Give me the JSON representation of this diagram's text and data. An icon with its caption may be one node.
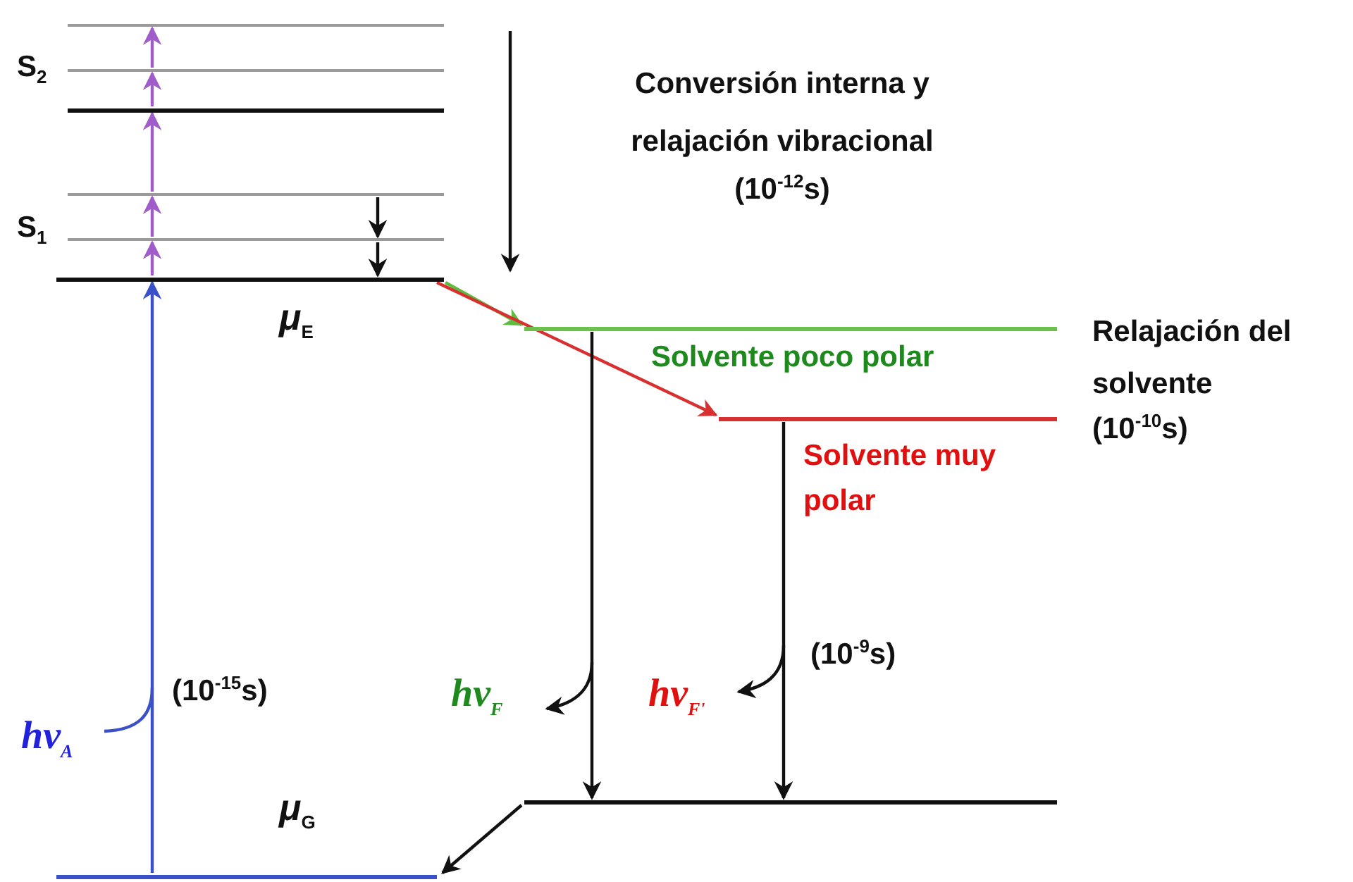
{
  "diagram": {
    "nodes": [
      {
        "text": [],
        "shape": "bar"
      },
      {
        "text": [],
        "shape": "bar"
      },
      {
        "text": [],
        "shape": "bar"
      },
      {
        "text": [],
        "shape": "bar"
      },
      {
        "text": [],
        "shape": "bar"
      },
      {
        "text": [],
        "shape": "bar"
      },
      {
        "text": [],
        "shape": "bar"
      },
      {
        "text": [],
        "shape": "bar"
      },
      {
        "text": [],
        "shape": "bar"
      },
      {
        "text": [],
        "shape": "bar"
      }
    ],
    "edges": [
      {
        "from": 0,
        "to": 1,
        "arrow": "to",
        "color": "#3a50c8"
      },
      {
        "from": 1,
        "to": 2,
        "arrow": "to",
        "color": "#a05cc8"
      },
      {
        "from": 2,
        "to": 3,
        "arrow": "to",
        "color": "#a05cc8"
      },
      {
        "from": 3,
        "to": 4,
        "arrow": "to",
        "color": "#a05cc8"
      },
      {
        "from": 4,
        "to": 5,
        "arrow": "to",
        "color": "#a05cc8"
      },
      {
        "from": 5,
        "to": 6,
        "arrow": "to",
        "color": "#a05cc8"
      },
      {
        "from": 3,
        "to": 2,
        "arrow": "to",
        "color": "#111111"
      },
      {
        "from": 2,
        "to": 1,
        "arrow": "to",
        "color": "#111111"
      },
      {
        "from": 1,
        "to": 7,
        "arrow": "to",
        "color": "#5dbb3f"
      },
      {
        "from": 1,
        "to": 8,
        "arrow": "to",
        "color": "#d83030"
      },
      {
        "from": 7,
        "to": 9,
        "arrow": "to",
        "color": "#111111"
      },
      {
        "from": 8,
        "to": 9,
        "arrow": "to",
        "color": "#111111"
      },
      {
        "from": 9,
        "to": 0,
        "arrow": "to",
        "color": "#111111"
      }
    ],
    "labels": [
      "S$_{2}$",
      "Conversión interna y relajación vibracional",
      "(10$^{-12}$s)",
      "S$_{1}$",
      "*μ*$_{E}$",
      "Relajación del solvente",
      "Solvente poco polar",
      "(10$^{-10}$s)",
      "Solvente muy polar",
      "(10$^{-9}$s)",
      "(10$^{-15}$s)",
      "hν$_{F}$",
      "hν$_{F'}$",
      "hν$_{A}$",
      "*μ*$_{G}$"
    ]
  }
}
